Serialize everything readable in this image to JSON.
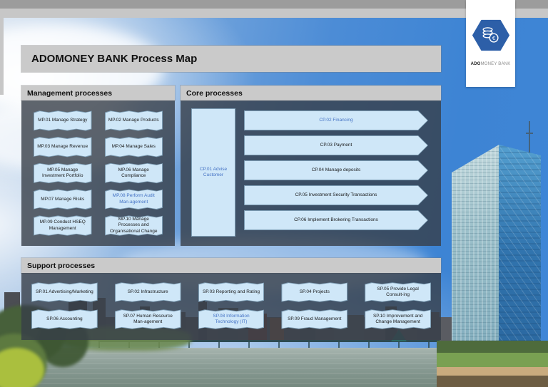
{
  "title": "ADOMONEY BANK Process Map",
  "logo": {
    "brand_bold": "ADO",
    "brand_rest": "MONEY BANK"
  },
  "colors": {
    "link_blue": "#4472c4",
    "box_fill": "#cfe7f8",
    "panel_gray": "#cacaca",
    "panel_dark": "rgba(55,63,72,0.8)"
  },
  "management": {
    "header": "Management processes",
    "items": [
      {
        "label": "MP.01 Manage Strategy"
      },
      {
        "label": "MP.02 Manage Products"
      },
      {
        "label": "MP.03 Manage Revenue"
      },
      {
        "label": "MP.04 Manage Sales"
      },
      {
        "label": "MP.05 Manage Investment Portfolio"
      },
      {
        "label": "MP.06 Manage Compliance"
      },
      {
        "label": "MP.07 Manage Risks"
      },
      {
        "label": "MP.08 Perform Audit Man-agement",
        "link": true
      },
      {
        "label": "MP.09 Conduct HSEQ Management"
      },
      {
        "label": "MP.10 Manage Processes and Organisational Change"
      }
    ]
  },
  "core": {
    "header": "Core processes",
    "advise_label": "CP.01 Advise Customer",
    "arrows": [
      {
        "label": "CP.02 Financing",
        "link": true
      },
      {
        "label": "CP.03 Payment"
      },
      {
        "label": "CP.04 Manage deposits"
      },
      {
        "label": "CP.05 Investment Security Transactions"
      },
      {
        "label": "CP.06 Implement Brokering Transactions"
      }
    ]
  },
  "support": {
    "header": "Support processes",
    "items": [
      {
        "label": "SP.01 Advertising/Marketing"
      },
      {
        "label": "SP.02 Infrastructure"
      },
      {
        "label": "SP.03 Reporting and Rating"
      },
      {
        "label": "SP.04 Projects"
      },
      {
        "label": "SP.05 Provide Legal Consult-ing"
      },
      {
        "label": "SP.06 Accounting"
      },
      {
        "label": "SP.07 Human Resource Man-agement"
      },
      {
        "label": "SP.08 Information Technology (IT)",
        "link": true
      },
      {
        "label": "SP.09 Fraud Management"
      },
      {
        "label": "SP.10 Improvement and Change Management"
      }
    ]
  }
}
